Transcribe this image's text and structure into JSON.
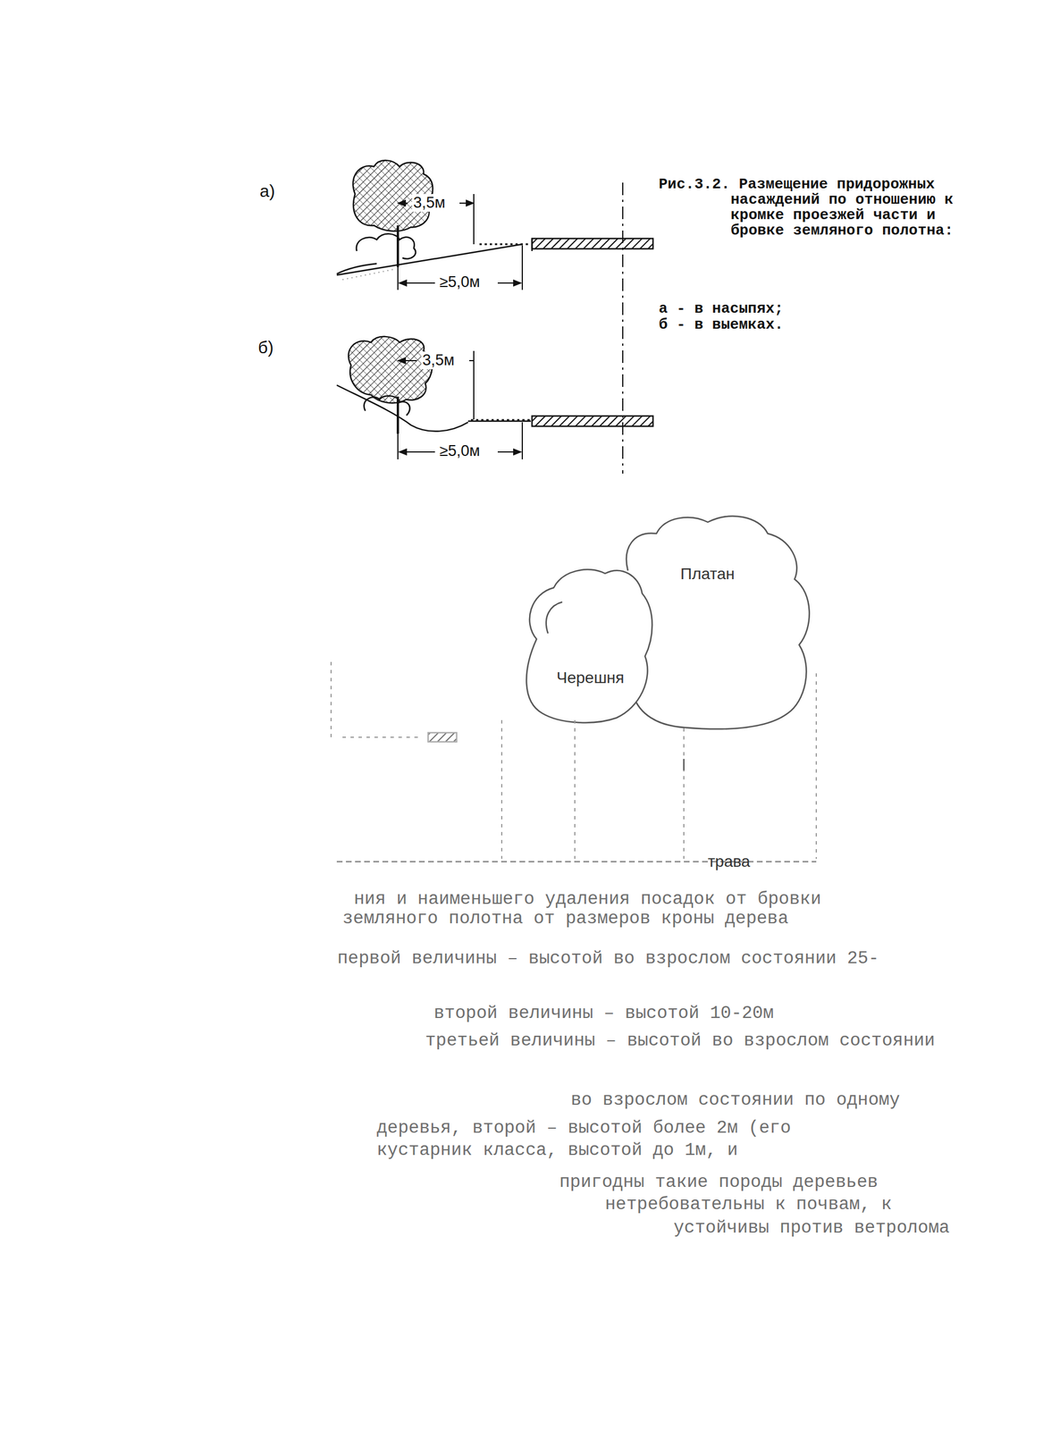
{
  "diagram": {
    "caption": "Рис.3.2. Размещение придорожных насаждений по отношению к кромке проезжей части и бровке земляного полотна:",
    "labels": [
      "а)",
      "3,5м",
      "≥5,0м",
      "б)",
      "3,5м",
      "≥5,0м",
      "а - в насыпях;",
      "б - в выемках.",
      "Платан",
      "Черешня",
      "трава",
      "ния и наименьшего удаления посадок от бровки",
      "земляного полотна от размеров кроны дерева",
      "первой величины – высотой во взрослом состоянии 25-",
      "второй величины – высотой 10-20м",
      "третьей величины – высотой во взрослом состоянии",
      "во взрослом состоянии по одному",
      "деревья, второй – высотой более 2м (его",
      "кустарник класса, высотой до 1м, и",
      "пригодны такие породы деревьев",
      "нетребовательны к почвам, к",
      "устойчивы против ветролома"
    ]
  }
}
